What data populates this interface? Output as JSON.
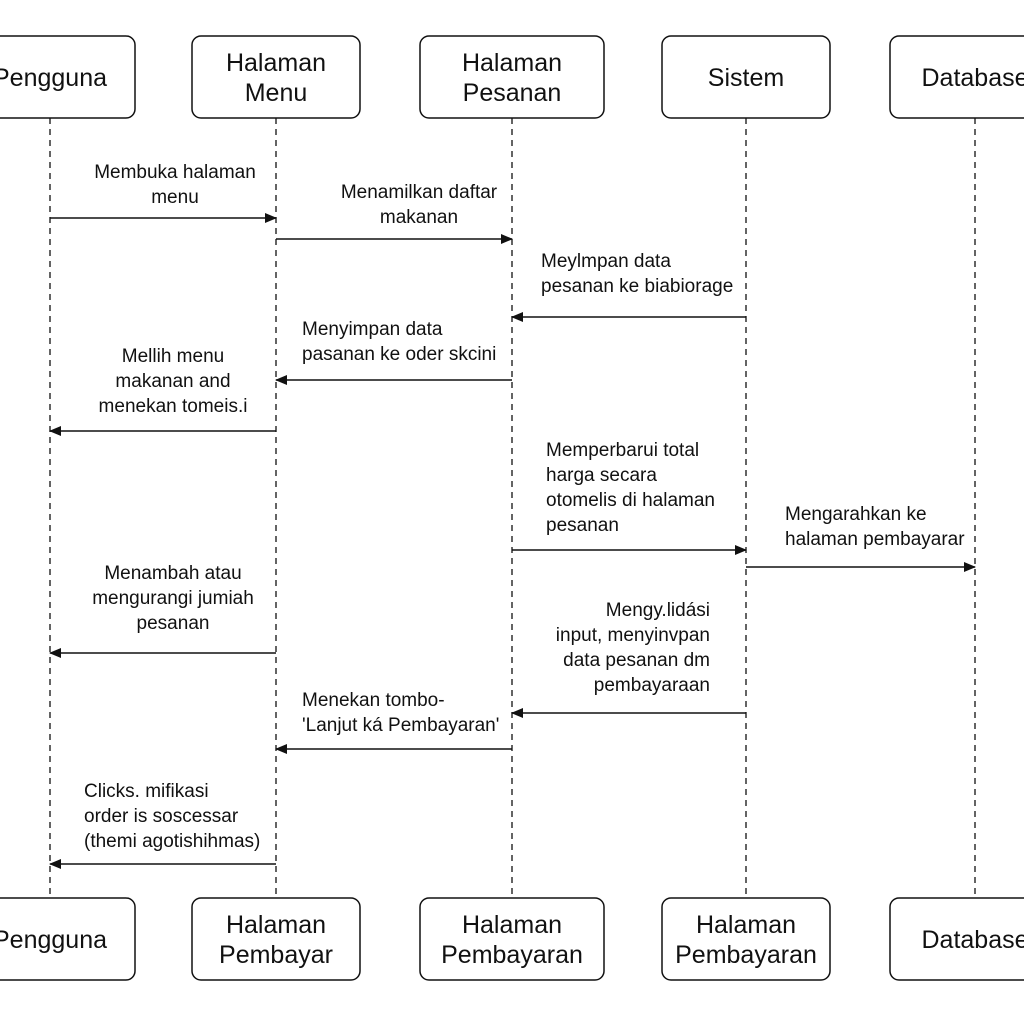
{
  "colors": {
    "line": "#111111",
    "box_fill": "#ffffff",
    "background": "#ffffff"
  },
  "top_participants": [
    {
      "lines": [
        "Pengguna"
      ]
    },
    {
      "lines": [
        "Halaman",
        "Menu"
      ]
    },
    {
      "lines": [
        "Halaman",
        "Pesanan"
      ]
    },
    {
      "lines": [
        "Sistem"
      ]
    },
    {
      "lines": [
        "Database"
      ]
    }
  ],
  "bottom_participants": [
    {
      "lines": [
        "Pengguna"
      ]
    },
    {
      "lines": [
        "Halaman",
        "Pembayar"
      ]
    },
    {
      "lines": [
        "Halaman",
        "Pembayaran"
      ]
    },
    {
      "lines": [
        "Halaman",
        "Pembayaran"
      ]
    },
    {
      "lines": [
        "Database"
      ]
    }
  ],
  "messages": [
    {
      "from": 0,
      "to": 1,
      "lines": [
        "Membuka halaman",
        "menu"
      ]
    },
    {
      "from": 1,
      "to": 2,
      "lines": [
        "Menamilkan daftar",
        "makanan"
      ]
    },
    {
      "from": 3,
      "to": 2,
      "lines": [
        "Meylmpan data",
        "pesanan ke biabiorage"
      ]
    },
    {
      "from": 2,
      "to": 1,
      "lines": [
        "Menyimpan data",
        "pasanan ke oder skcini"
      ]
    },
    {
      "from": 1,
      "to": 0,
      "lines": [
        "Mellih menu",
        "makanan and",
        "menekan tomeis.i"
      ]
    },
    {
      "from": 2,
      "to": 3,
      "lines": [
        "Memperbarui total",
        "harga secara",
        "otomelis di halaman",
        "pesanan"
      ]
    },
    {
      "from": 3,
      "to": 4,
      "lines": [
        "Mengarahkan ke",
        "halaman pembayarar"
      ]
    },
    {
      "from": 1,
      "to": 0,
      "lines": [
        "Menambah atau",
        "mengurangi jumiah",
        "pesanan"
      ]
    },
    {
      "from": 3,
      "to": 2,
      "lines": [
        "Mengy.lidási",
        "input, menyinvpan",
        "data pesanan dm",
        "pembayaraan"
      ]
    },
    {
      "from": 2,
      "to": 1,
      "lines": [
        "Menekan tombo-",
        "'Lanjut ká Pembayaran'"
      ]
    },
    {
      "from": 1,
      "to": 0,
      "lines": [
        "Clicks. mifikasi",
        "order is soscessar",
        "(themi agotishihmas)"
      ]
    }
  ]
}
